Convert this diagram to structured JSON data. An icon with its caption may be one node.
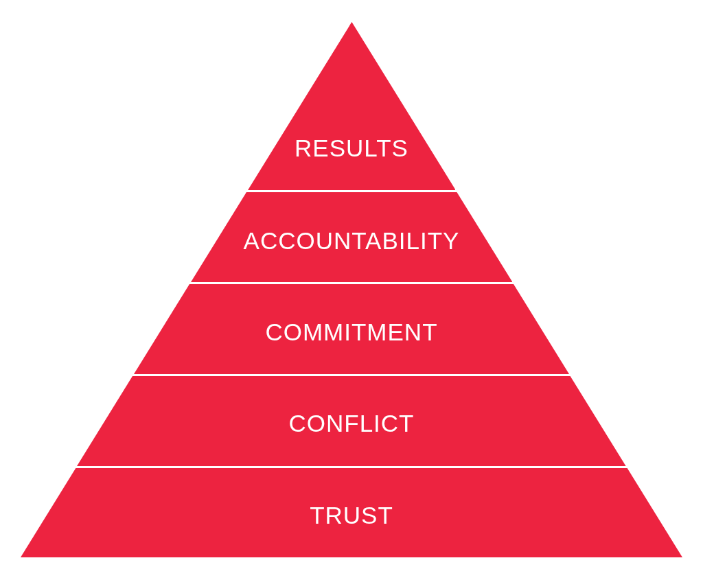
{
  "diagram": {
    "nodes": [
      {
        "text": [
          "RESULTS"
        ]
      },
      {
        "text": [
          "ACCOUNTABILITY"
        ]
      },
      {
        "text": [
          "COMMITMENT"
        ]
      },
      {
        "text": [
          "CONFLICT"
        ]
      },
      {
        "text": [
          "TRUST"
        ]
      }
    ]
  }
}
